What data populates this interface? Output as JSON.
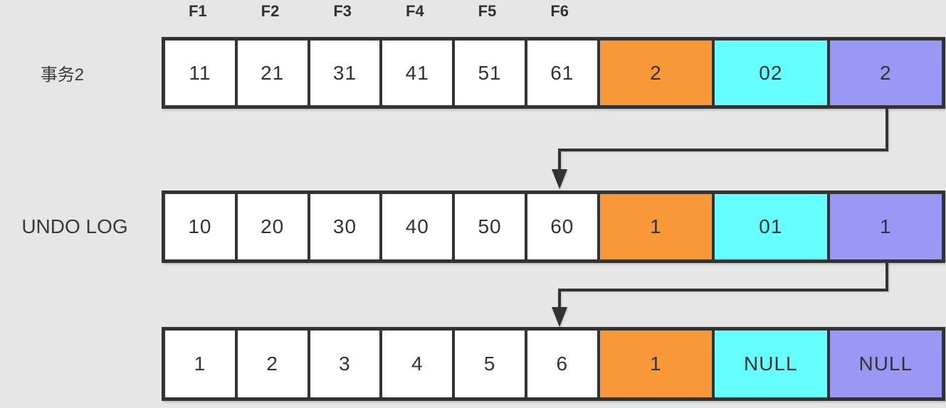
{
  "colors": {
    "background": "#E6E6E6",
    "border": "#333333",
    "text": "#333333",
    "white": "#FFFFFF",
    "orange": "#F99839",
    "cyan": "#66FFFF",
    "purple": "#9999F5"
  },
  "column_headers": [
    "F1",
    "F2",
    "F3",
    "F4",
    "F5",
    "F6"
  ],
  "rows": [
    {
      "label": "事务2",
      "cells": [
        {
          "text": "11",
          "bg": "#FFFFFF"
        },
        {
          "text": "21",
          "bg": "#FFFFFF"
        },
        {
          "text": "31",
          "bg": "#FFFFFF"
        },
        {
          "text": "41",
          "bg": "#FFFFFF"
        },
        {
          "text": "51",
          "bg": "#FFFFFF"
        },
        {
          "text": "61",
          "bg": "#FFFFFF"
        },
        {
          "text": "2",
          "bg": "#F99839"
        },
        {
          "text": "02",
          "bg": "#66FFFF"
        },
        {
          "text": "2",
          "bg": "#9999F5"
        }
      ]
    },
    {
      "label": "UNDO LOG",
      "cells": [
        {
          "text": "10",
          "bg": "#FFFFFF"
        },
        {
          "text": "20",
          "bg": "#FFFFFF"
        },
        {
          "text": "30",
          "bg": "#FFFFFF"
        },
        {
          "text": "40",
          "bg": "#FFFFFF"
        },
        {
          "text": "50",
          "bg": "#FFFFFF"
        },
        {
          "text": "60",
          "bg": "#FFFFFF"
        },
        {
          "text": "1",
          "bg": "#F99839"
        },
        {
          "text": "01",
          "bg": "#66FFFF"
        },
        {
          "text": "1",
          "bg": "#9999F5"
        }
      ]
    },
    {
      "label": "",
      "cells": [
        {
          "text": "1",
          "bg": "#FFFFFF"
        },
        {
          "text": "2",
          "bg": "#FFFFFF"
        },
        {
          "text": "3",
          "bg": "#FFFFFF"
        },
        {
          "text": "4",
          "bg": "#FFFFFF"
        },
        {
          "text": "5",
          "bg": "#FFFFFF"
        },
        {
          "text": "6",
          "bg": "#FFFFFF"
        },
        {
          "text": "1",
          "bg": "#F99839"
        },
        {
          "text": "NULL",
          "bg": "#66FFFF"
        },
        {
          "text": "NULL",
          "bg": "#9999F5"
        }
      ]
    }
  ]
}
